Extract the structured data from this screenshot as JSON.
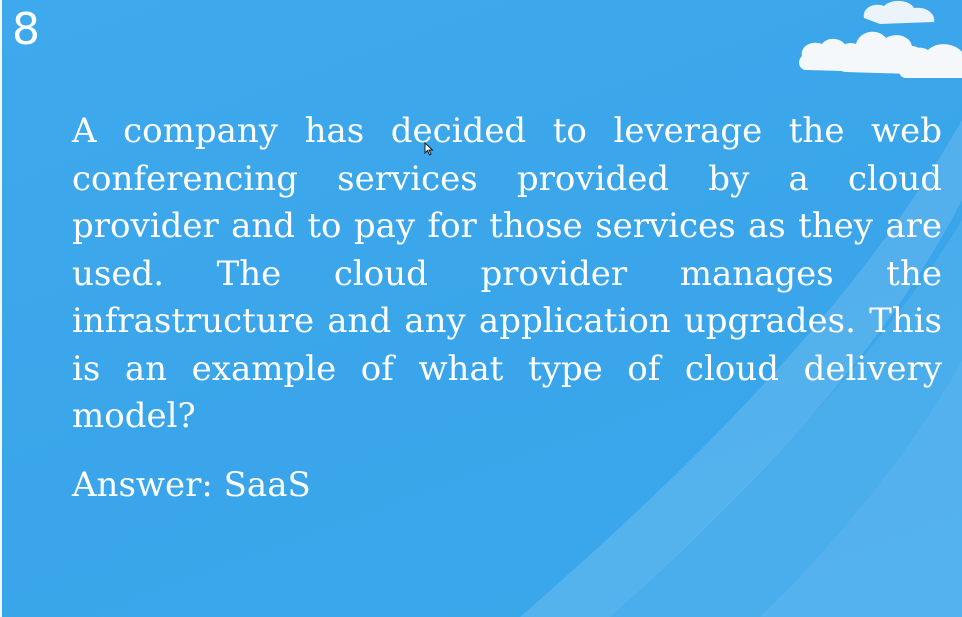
{
  "slide": {
    "number": "8",
    "question": "A company has decided to leverage the web conferencing services provided by a cloud provider and to pay for those services as they are used. The cloud provider manages the infrastructure and any application upgrades. This is an example of what type of cloud delivery model?",
    "answer": "Answer: SaaS"
  },
  "colors": {
    "background": "#3aa6ea",
    "text": "#ffffff",
    "cloud": "#f4f8fb"
  },
  "icons": [
    "cloud-icon",
    "mouse-cursor-icon"
  ]
}
